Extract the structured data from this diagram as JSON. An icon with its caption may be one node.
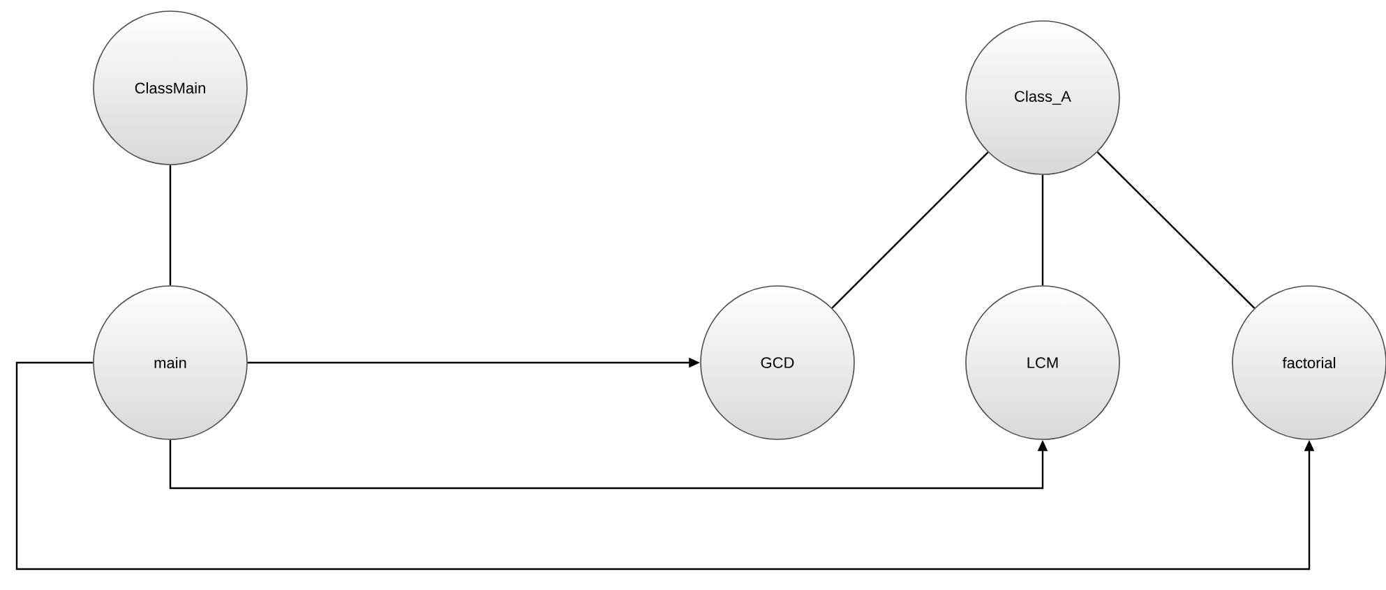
{
  "diagram": {
    "nodes": [
      {
        "text": [
          "ClassMain"
        ]
      },
      {
        "text": [
          "Class_A"
        ]
      },
      {
        "text": [
          "main"
        ]
      },
      {
        "text": [
          "GCD"
        ]
      },
      {
        "text": [
          "LCM"
        ]
      },
      {
        "text": [
          "factorial"
        ]
      }
    ],
    "edges": [
      {
        "from": 0,
        "to": 2,
        "arrow": "none"
      },
      {
        "from": 1,
        "to": 3,
        "arrow": "none"
      },
      {
        "from": 1,
        "to": 4,
        "arrow": "none"
      },
      {
        "from": 1,
        "to": 5,
        "arrow": "none"
      },
      {
        "from": 2,
        "to": 3,
        "arrow": "to"
      },
      {
        "from": 2,
        "to": 4,
        "arrow": "to"
      },
      {
        "from": 2,
        "to": 5,
        "arrow": "to"
      }
    ]
  }
}
